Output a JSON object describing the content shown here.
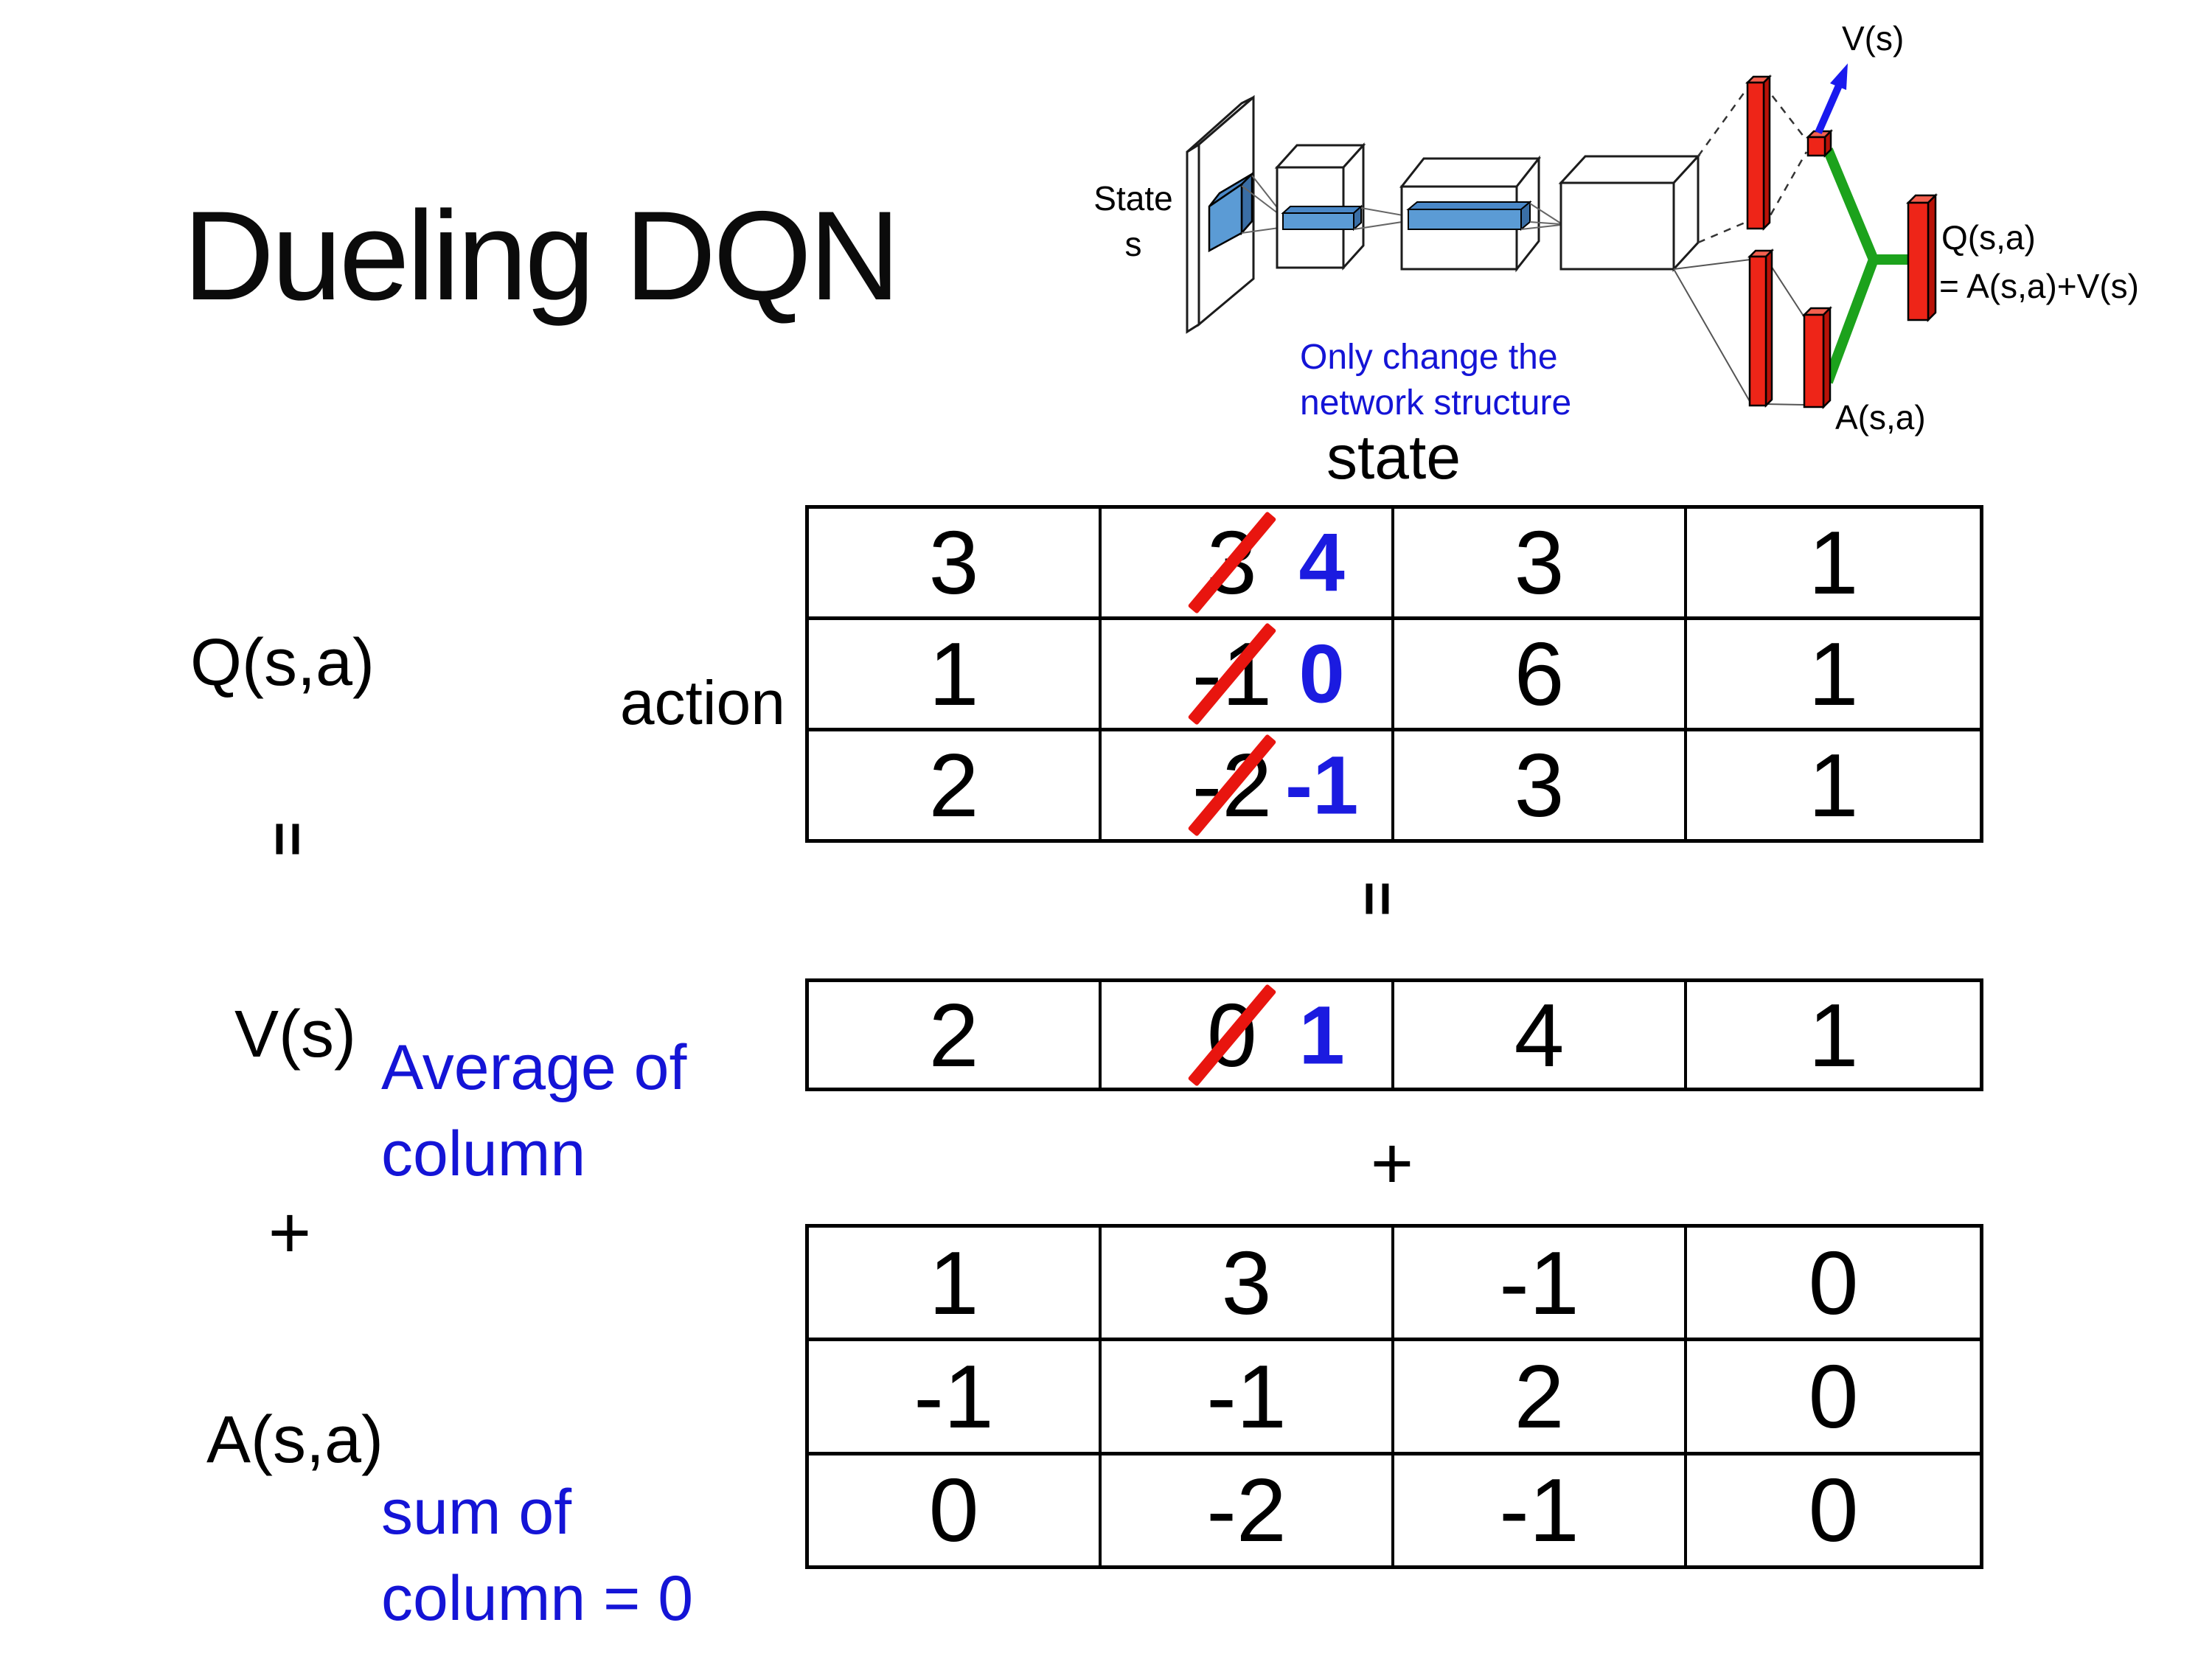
{
  "title": "Dueling DQN",
  "colors": {
    "blue_text": "#1414d6",
    "blue_value": "#1b1be0",
    "red_slash": "#e8150f",
    "red_bar": "#ee2518",
    "green_link": "#1ca21c",
    "feature_blue": "#5b9bd5"
  },
  "diagram": {
    "vs_label": "V(s)",
    "state_line1": "State",
    "state_line2": "s",
    "note_line1": "Only change the",
    "note_line2": "network structure",
    "q_line1": "Q(s,a)",
    "q_line2": "= A(s,a)+V(s)",
    "a_label": "A(s,a)"
  },
  "equation": {
    "q_label": "Q(s,a)",
    "equals_left": "=",
    "equals_center": "=",
    "v_label": "V(s)",
    "plus_left": "+",
    "plus_center": "+",
    "a_label": "A(s,a)",
    "state_header": "state",
    "action_header": "action",
    "avg_note": "Average of\ncolumn",
    "sum_note": "sum of\ncolumn = 0"
  },
  "q_table": {
    "rows": [
      [
        "3",
        {
          "old": "3",
          "new": "4"
        },
        "3",
        "1"
      ],
      [
        "1",
        {
          "old": "-1",
          "new": "0"
        },
        "6",
        "1"
      ],
      [
        "2",
        {
          "old": "-2",
          "new": "-1"
        },
        "3",
        "1"
      ]
    ]
  },
  "v_table": {
    "rows": [
      [
        "2",
        {
          "old": "0",
          "new": "1"
        },
        "4",
        "1"
      ]
    ]
  },
  "a_table": {
    "rows": [
      [
        "1",
        "3",
        "-1",
        "0"
      ],
      [
        "-1",
        "-1",
        "2",
        "0"
      ],
      [
        "0",
        "-2",
        "-1",
        "0"
      ]
    ]
  }
}
